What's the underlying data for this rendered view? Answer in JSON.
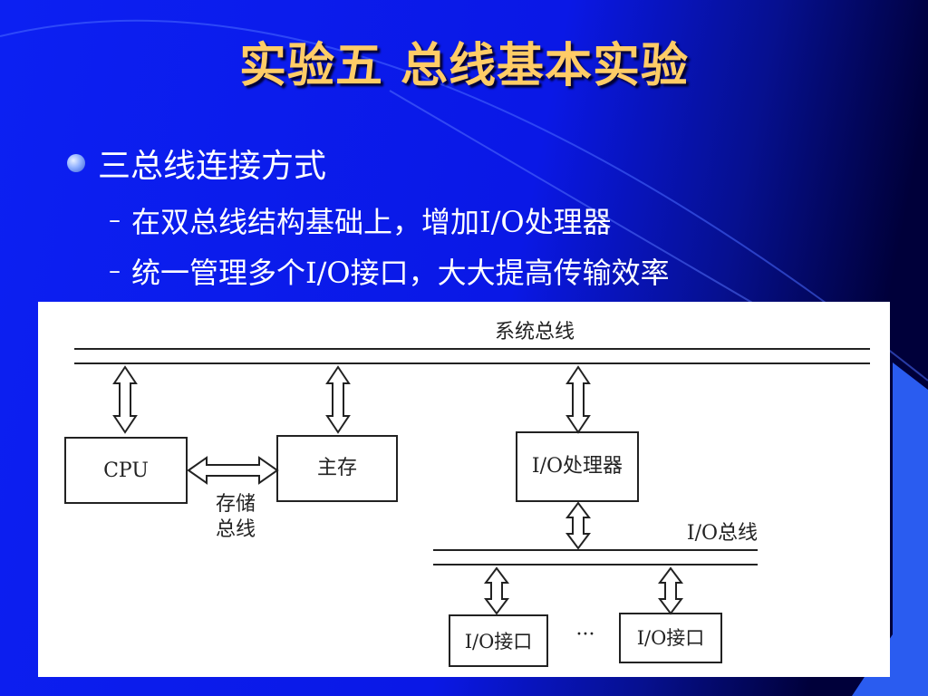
{
  "slide": {
    "title": "实验五 总线基本实验",
    "bullet": "三总线连接方式",
    "sub_bullets": [
      "在双总线结构基础上，增加I/O处理器",
      "统一管理多个I/O接口，大大提高传输效率"
    ],
    "dash": "–"
  },
  "diagram": {
    "system_bus_label": "系统总线",
    "cpu_label": "CPU",
    "memory_label": "主存",
    "io_processor_label": "I/O处理器",
    "storage_bus_label_line1": "存储",
    "storage_bus_label_line2": "总线",
    "io_bus_label": "I/O总线",
    "io_interface_label": "I/O接口",
    "ellipsis": "···"
  },
  "colors": {
    "background": "#0a1aee",
    "dark_corner": "#000033",
    "accent_blue": "#2a5cf0",
    "title": "#ffcc66",
    "text": "#ffffff"
  }
}
